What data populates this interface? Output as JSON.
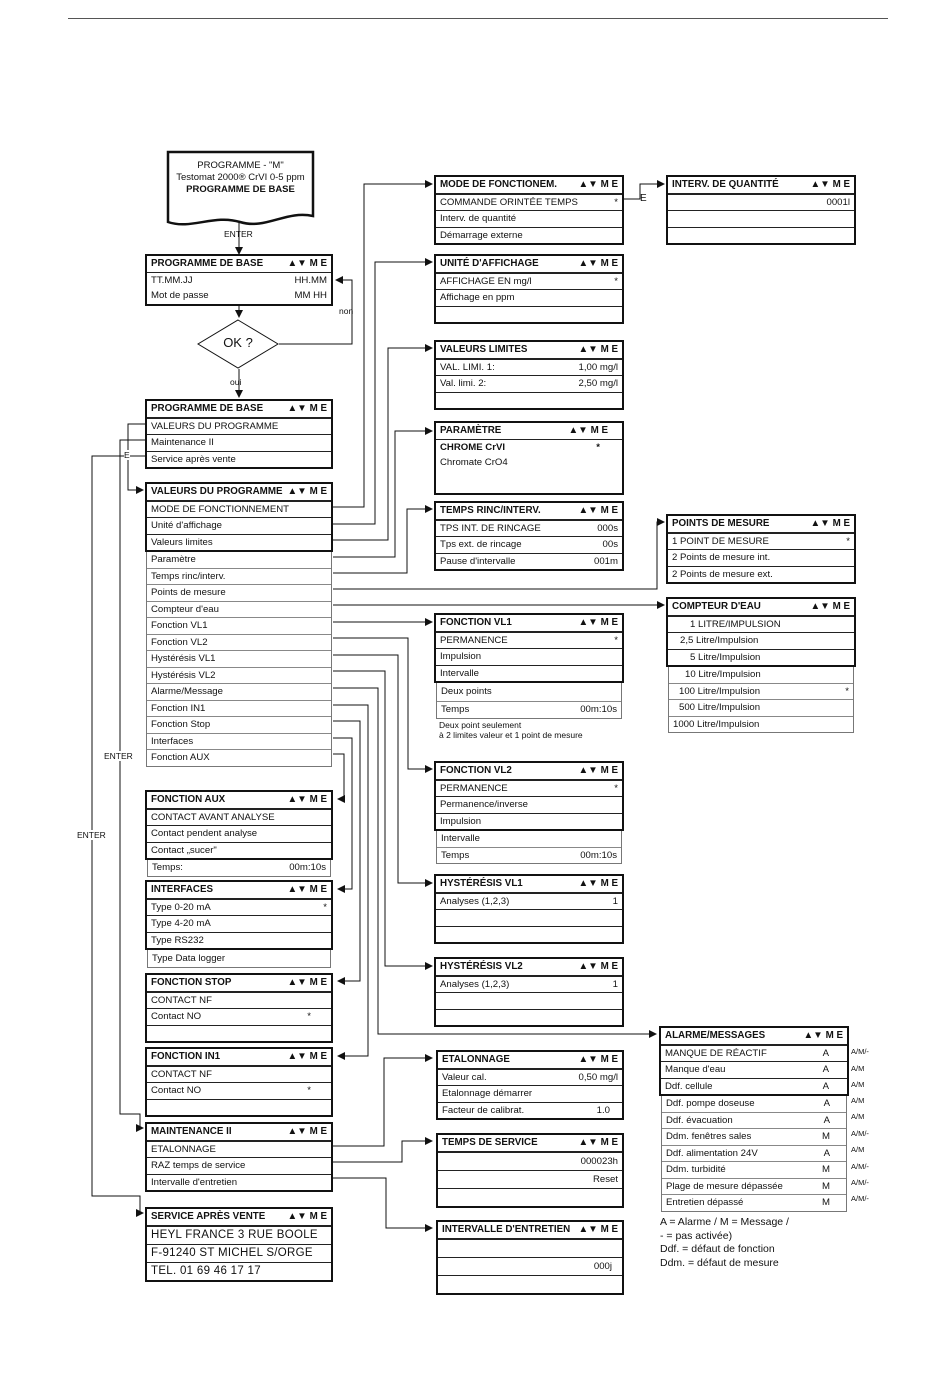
{
  "start": {
    "line1": "PROGRAMME  - \"M\"",
    "line2": "Testomat  2000® CrVI 0-5 ppm",
    "line3": "PROGRAMME DE BASE"
  },
  "keys": {
    "ame": "▲▼ M E"
  },
  "flow": {
    "enter": "ENTER",
    "ok": "OK ?",
    "oui": "oui",
    "non": "non",
    "e": "E"
  },
  "base_setup": {
    "title": "PROGRAMME DE BASE",
    "rows": [
      {
        "l": "TT.MM.JJ",
        "r": "HH.MM"
      },
      {
        "l": "Mot de passe",
        "r": "MM HH"
      }
    ]
  },
  "base_menu": {
    "title": "PROGRAMME DE BASE",
    "rows": [
      "VALEURS DU PROGRAMME",
      "Maintenance II",
      "Service après vente"
    ]
  },
  "valeurs": {
    "title": "VALEURS DU PROGRAMME",
    "rows": [
      "MODE DE FONCTIONNEMENT",
      "Unité d'affichage",
      "Valeurs limites"
    ],
    "ext": [
      "Paramètre",
      "Temps rinc/interv.",
      "Points de mesure",
      "Compteur d'eau",
      "Fonction VL1",
      "Fonction VL2",
      "Hystérésis VL1",
      "Hystérésis VL2",
      "Alarme/Message",
      "Fonction IN1",
      "Fonction Stop",
      "Interfaces",
      "Fonction AUX"
    ]
  },
  "mode": {
    "title": "MODE DE FONCTIONEM.",
    "rows": [
      {
        "l": "COMMANDE ORINTÉE TEMPS",
        "r": "*"
      },
      {
        "l": "Interv. de quantité",
        "r": ""
      },
      {
        "l": "Démarrage externe",
        "r": ""
      }
    ]
  },
  "interv_q": {
    "title": "INTERV. DE QUANTITÉ",
    "rows": [
      {
        "l": "",
        "r": "0001l"
      },
      {
        "l": "",
        "r": ""
      },
      {
        "l": "",
        "r": ""
      }
    ]
  },
  "unite": {
    "title": "UNITÉ D'AFFICHAGE",
    "rows": [
      {
        "l": "AFFICHAGE EN mg/l",
        "r": "*"
      },
      {
        "l": "Affichage en ppm",
        "r": ""
      },
      {
        "l": "",
        "r": ""
      }
    ]
  },
  "limites": {
    "title": "VALEURS LIMITES",
    "rows": [
      {
        "l": "VAL. LIMI. 1:",
        "r": "1,00 mg/l"
      },
      {
        "l": "Val. limi. 2:",
        "r": "2,50 mg/l"
      },
      {
        "l": "",
        "r": ""
      }
    ]
  },
  "parametre": {
    "title": "PARAMÈTRE",
    "rows": [
      {
        "l": "CHROME CrVI",
        "r": "*"
      },
      {
        "l": "Chromate CrO4",
        "r": ""
      },
      {
        "l": "",
        "r": ""
      }
    ]
  },
  "rinc": {
    "title": "TEMPS RINC/INTERV.",
    "rows": [
      {
        "l": "TPS INT. DE RINCAGE",
        "r": "000s"
      },
      {
        "l": "Tps ext. de rincage",
        "r": "00s"
      },
      {
        "l": "Pause d'intervalle",
        "r": "001m"
      }
    ]
  },
  "points": {
    "title": "POINTS DE MESURE",
    "rows": [
      {
        "l": "1 POINT DE MESURE",
        "r": "*"
      },
      {
        "l": "2 Points de mesure int.",
        "r": ""
      },
      {
        "l": "2 Points de mesure ext.",
        "r": ""
      }
    ]
  },
  "compteur": {
    "title": "COMPTEUR D'EAU",
    "rows": [
      {
        "l": "1 LITRE/IMPULSION",
        "r": ""
      },
      {
        "l": "2,5 Litre/Impulsion",
        "r": ""
      },
      {
        "l": "5 Litre/Impulsion",
        "r": ""
      }
    ],
    "ext": [
      {
        "l": "10 Litre/Impulsion",
        "r": ""
      },
      {
        "l": "100 Litre/Impulsion",
        "r": "*"
      },
      {
        "l": "500 Litre/Impulsion",
        "r": ""
      },
      {
        "l": "1000 Litre/Impulsion",
        "r": ""
      }
    ]
  },
  "vl1": {
    "title": "FONCTION VL1",
    "rows": [
      {
        "l": "PERMANENCE",
        "r": "*"
      },
      {
        "l": "Impulsion",
        "r": ""
      },
      {
        "l": "Intervalle",
        "r": ""
      }
    ],
    "ext": [
      {
        "l": "Deux points",
        "r": ""
      },
      {
        "l": "Temps",
        "r": "00m:10s"
      }
    ],
    "note": [
      "Deux point seulement",
      "à 2 limites valeur et 1 point de mesure"
    ]
  },
  "vl2": {
    "title": "FONCTION VL2",
    "rows": [
      {
        "l": "PERMANENCE",
        "r": "*"
      },
      {
        "l": "Permanence/inverse",
        "r": ""
      },
      {
        "l": "Impulsion",
        "r": ""
      }
    ],
    "ext": [
      {
        "l": "Intervalle",
        "r": ""
      },
      {
        "l": "Temps",
        "r": "00m:10s"
      }
    ]
  },
  "hyst1": {
    "title": "HYSTÉRÉSIS VL1",
    "rows": [
      {
        "l": "Analyses (1,2,3)",
        "r": "1"
      },
      {
        "l": "",
        "r": ""
      },
      {
        "l": "",
        "r": ""
      }
    ]
  },
  "hyst2": {
    "title": "HYSTÉRÉSIS VL2",
    "rows": [
      {
        "l": "Analyses (1,2,3)",
        "r": "1"
      },
      {
        "l": "",
        "r": ""
      },
      {
        "l": "",
        "r": ""
      }
    ]
  },
  "alarme": {
    "title": "ALARME/MESSAGES",
    "rows": [
      {
        "l": "MANQUE DE RÉACTIF",
        "r": "A",
        "s": "A/M/-"
      },
      {
        "l": "Manque d'eau",
        "r": "A",
        "s": "A/M"
      },
      {
        "l": "Ddf. cellule",
        "r": "A",
        "s": "A/M"
      }
    ],
    "ext": [
      {
        "l": "Ddf. pompe doseuse",
        "r": "A",
        "s": "A/M"
      },
      {
        "l": "Ddf. évacuation",
        "r": "A",
        "s": "A/M"
      },
      {
        "l": "Ddm. fenêtres sales",
        "r": "M",
        "s": "A/M/-"
      },
      {
        "l": "Ddf. alimentation 24V",
        "r": "A",
        "s": "A/M"
      },
      {
        "l": "Ddm. turbidité",
        "r": "M",
        "s": "A/M/-"
      },
      {
        "l": "Plage de mesure dépassée",
        "r": "M",
        "s": "A/M/-"
      },
      {
        "l": "Entretien dépassé",
        "r": "M",
        "s": "A/M/-"
      }
    ]
  },
  "legend": [
    "A = Alarme / M = Message /",
    "- = pas activée)",
    "Ddf. = défaut de fonction",
    "Ddm. = défaut de mesure"
  ],
  "aux": {
    "title": "FONCTION AUX",
    "rows": [
      {
        "l": "CONTACT AVANT ANALYSE",
        "r": ""
      },
      {
        "l": "Contact pendent analyse",
        "r": ""
      },
      {
        "l": "Contact „sucer\"",
        "r": ""
      }
    ],
    "ext": [
      {
        "l": "Temps:",
        "r": "00m:10s"
      }
    ]
  },
  "interfaces": {
    "title": "INTERFACES",
    "rows": [
      {
        "l": "Type 0-20 mA",
        "r": "*"
      },
      {
        "l": "Type 4-20 mA",
        "r": ""
      },
      {
        "l": "Type RS232",
        "r": ""
      }
    ],
    "ext": [
      {
        "l": "Type Data logger",
        "r": ""
      }
    ]
  },
  "stop": {
    "title": "FONCTION STOP",
    "rows": [
      {
        "l": "CONTACT NF",
        "r": ""
      },
      {
        "l": "Contact NO",
        "r": "*"
      },
      {
        "l": "",
        "r": ""
      }
    ]
  },
  "in1": {
    "title": "FONCTION IN1",
    "rows": [
      {
        "l": "CONTACT NF",
        "r": ""
      },
      {
        "l": "Contact NO",
        "r": "*"
      },
      {
        "l": "",
        "r": ""
      }
    ]
  },
  "etal": {
    "title": "ETALONNAGE",
    "rows": [
      {
        "l": "Valeur cal.",
        "r": "0,50 mg/l"
      },
      {
        "l": "Etalonnage    démarrer",
        "r": ""
      },
      {
        "l": "Facteur de calibrat.",
        "r": "1.0"
      }
    ]
  },
  "maint": {
    "title": "MAINTENANCE II",
    "rows": [
      "ETALONNAGE",
      "RAZ temps de service",
      "Intervalle d'entretien"
    ]
  },
  "service_t": {
    "title": "TEMPS DE SERVICE",
    "rows": [
      {
        "l": "",
        "r": "000023h"
      },
      {
        "l": "",
        "r": "Reset"
      },
      {
        "l": "",
        "r": ""
      }
    ]
  },
  "sav": {
    "title": "SERVICE APRÈS VENTE",
    "rows": [
      "HEYL FRANCE   3 RUE BOOLE",
      "F-91240 ST MICHEL S/ORGE",
      "TEL. 01 69 46 17 17"
    ]
  },
  "entretien": {
    "title": "INTERVALLE D'ENTRETIEN",
    "rows": [
      {
        "l": "",
        "r": ""
      },
      {
        "l": "",
        "r": "000j"
      },
      {
        "l": "",
        "r": ""
      }
    ]
  }
}
